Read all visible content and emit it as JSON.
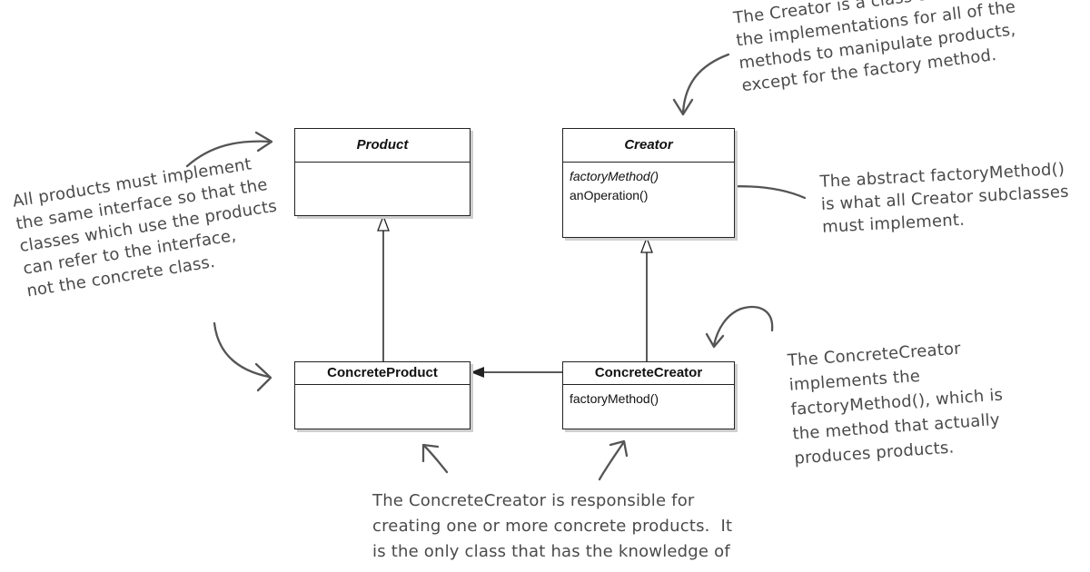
{
  "classes": {
    "product": {
      "name": "Product",
      "operations": []
    },
    "creator": {
      "name": "Creator",
      "operations": [
        "factoryMethod()",
        "anOperation()"
      ]
    },
    "concrete_product": {
      "name": "ConcreteProduct",
      "operations": []
    },
    "concrete_creator": {
      "name": "ConcreteCreator",
      "operations": [
        "factoryMethod()"
      ]
    }
  },
  "notes": {
    "creator": "The Creator is a class that contains\nthe implementations for all of the\nmethods to manipulate products,\nexcept for the factory method.",
    "products": "All products must implement\nthe same interface so that the\nclasses which use the products\ncan refer to the interface,\nnot the concrete class.",
    "factory_method": "The abstract factoryMethod()\nis what all Creator subclasses\nmust implement.",
    "concrete_creator_implements": "The ConcreteCreator\nimplements the\nfactoryMethod(), which is\nthe method that actually\nproduces products.",
    "concrete_creator_responsible": "The ConcreteCreator is responsible for\ncreating one or more concrete products.  It\nis the only class that has the knowledge of"
  }
}
